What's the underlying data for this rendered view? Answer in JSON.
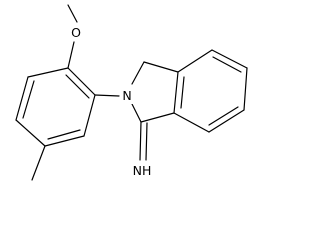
{
  "structure": {
    "atoms": {
      "oxygen": "O",
      "nitrogen": "N",
      "imine": "NH"
    }
  },
  "colors": {
    "bond": "#000000",
    "background": "#ffffff"
  }
}
